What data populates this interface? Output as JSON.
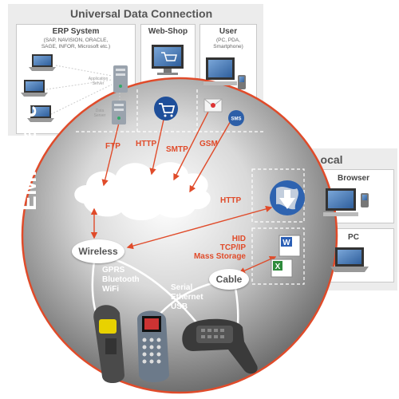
{
  "universal": {
    "title": "Universal Data Connection",
    "erp": {
      "title": "ERP System",
      "desc": "(SAP, NAVISION, ORACLE,\nSAGE, INFOR, Microsoft etc.)",
      "app_server": "Application\nServer",
      "data_server": "Data\nServer"
    },
    "webshop": {
      "title": "Web-Shop"
    },
    "user": {
      "title": "User",
      "desc": "(PC, PDA,\nSmartphone)"
    }
  },
  "local": {
    "title": "Local",
    "browser": {
      "title": "Browser"
    },
    "pc": {
      "title": "PC"
    }
  },
  "brand": "EMMware",
  "protocols": {
    "ftp": "FTP",
    "http": "HTTP",
    "smtp": "SMTP",
    "gsm": "GSM",
    "http_local": "HTTP"
  },
  "hid_stack": [
    "HID",
    "TCP/IP",
    "Mass Storage"
  ],
  "wireless": {
    "label": "Wireless",
    "protocols": [
      "GPRS",
      "Bluetooth",
      "WiFi"
    ]
  },
  "cable": {
    "label": "Cable",
    "protocols": [
      "Serial",
      "Ethernet",
      "USB"
    ]
  },
  "colors": {
    "accent": "#e04b2a",
    "panel": "#ececec",
    "circle_center": "#ffffff",
    "circle_edge": "#6f6f6f"
  },
  "icons": [
    "laptop-icon",
    "desktop-pc-icon",
    "server-icon",
    "shopping-cart-icon",
    "web-shop-icon",
    "pda-icon",
    "email-icon",
    "sms-icon",
    "globe-icon",
    "word-document-icon",
    "excel-document-icon",
    "scanner-icon",
    "mobile-terminal-icon",
    "pistol-scanner-icon",
    "cloud-icon"
  ]
}
